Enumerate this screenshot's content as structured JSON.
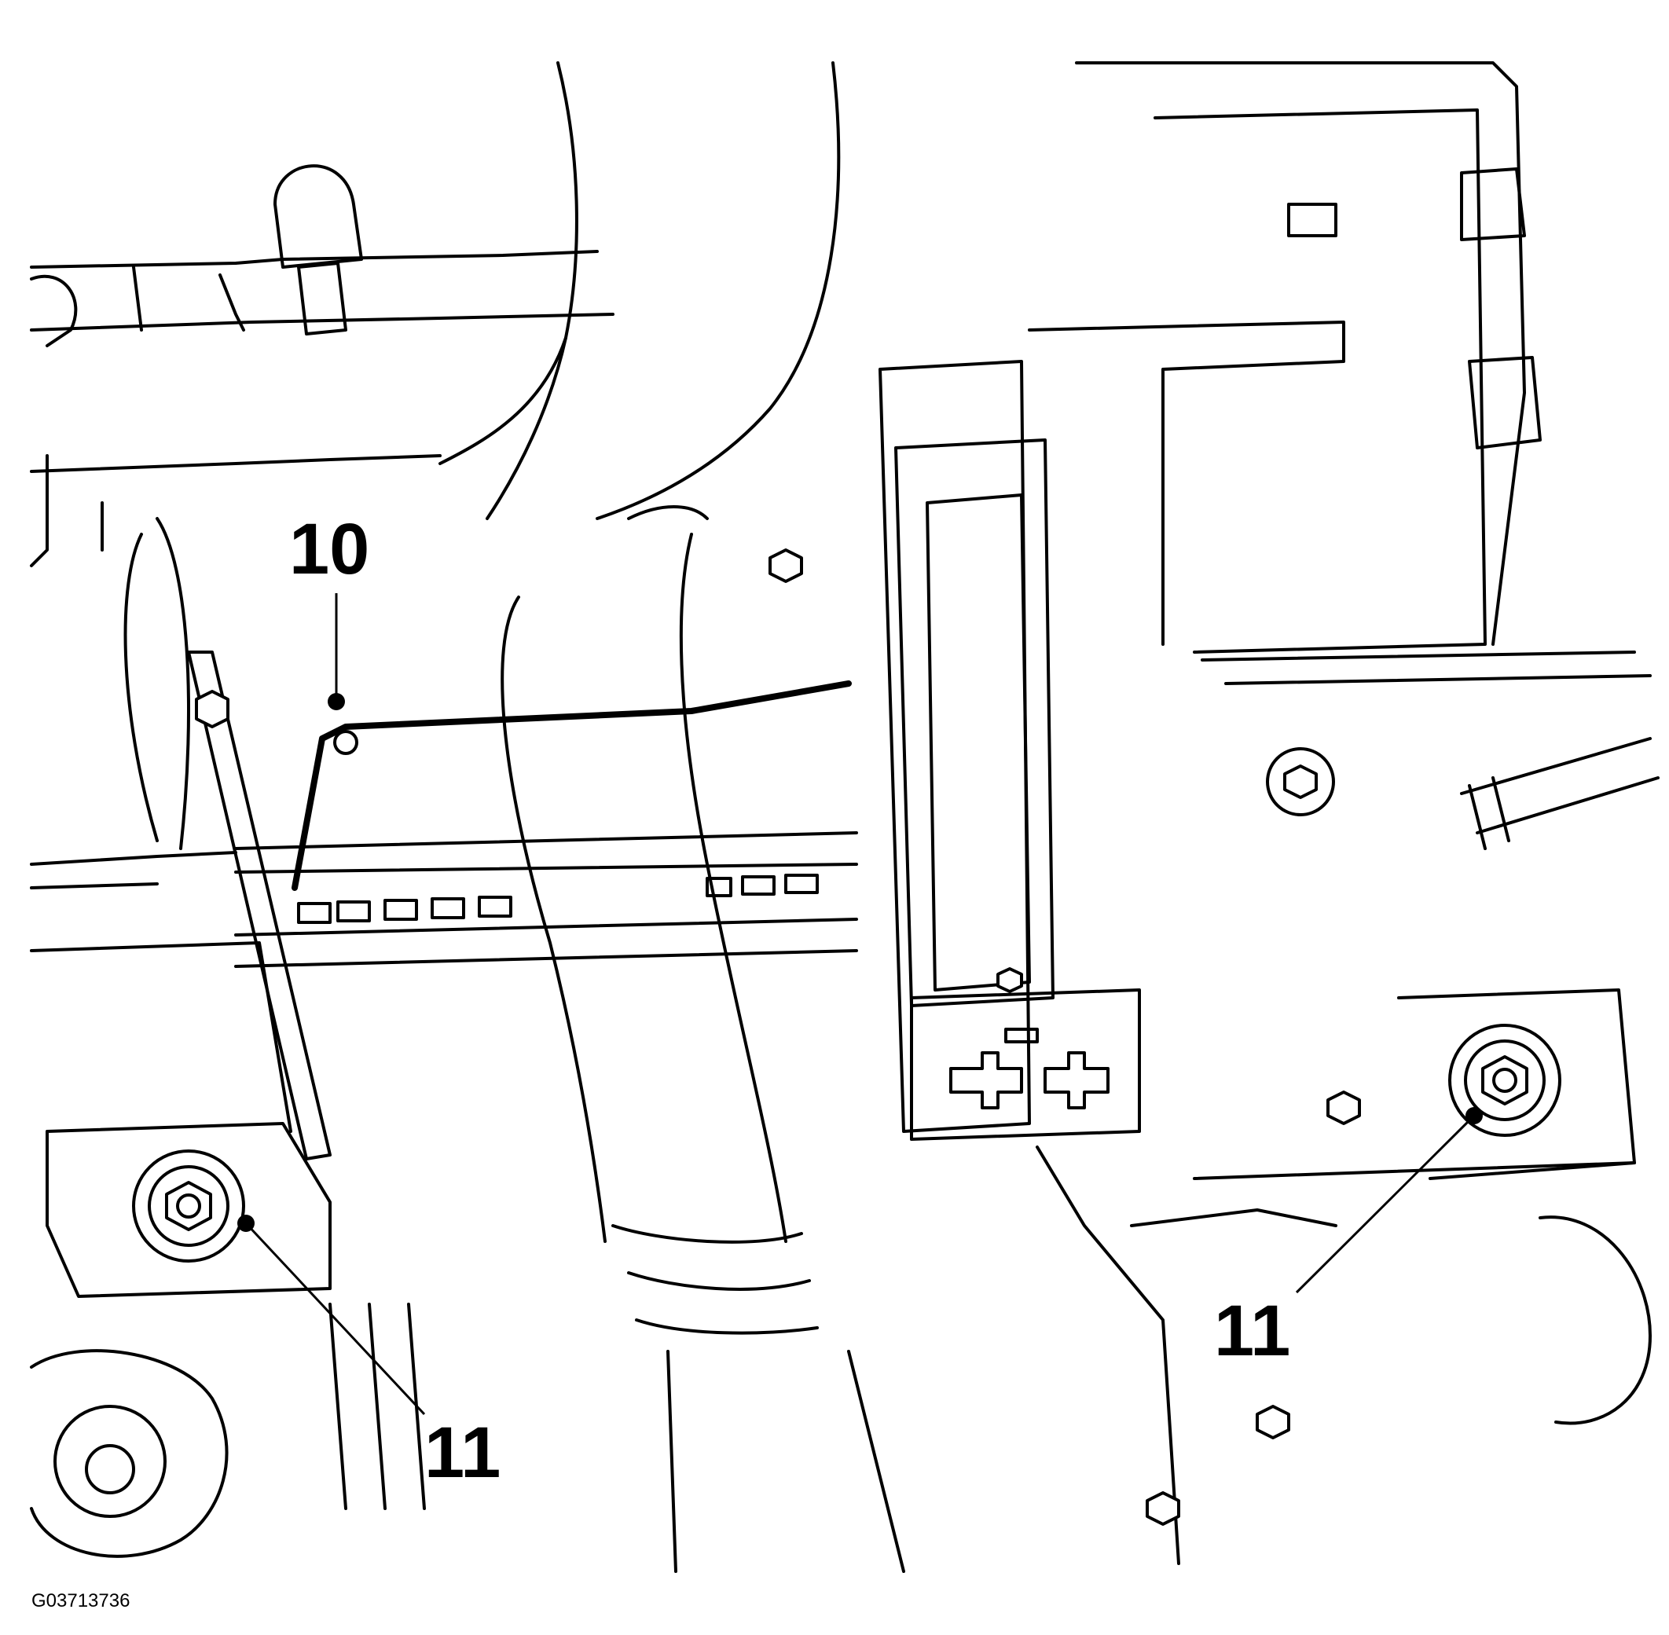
{
  "figure_id": "G03713736",
  "callouts": [
    {
      "id": "c10",
      "label": "10"
    },
    {
      "id": "c11-left",
      "label": "11"
    },
    {
      "id": "c11-right",
      "label": "11"
    }
  ]
}
